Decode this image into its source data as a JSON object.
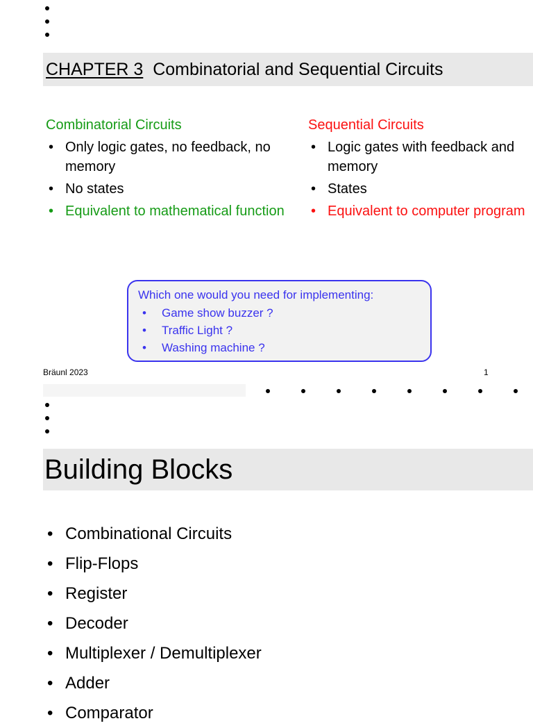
{
  "slide1": {
    "top_marker_dots": 3,
    "title": {
      "chapter": "CHAPTER 3",
      "rest": "  Combinatorial and Sequential Circuits"
    },
    "columns": [
      {
        "heading": "Combinatorial Circuits",
        "heading_color": "#169b16",
        "items": [
          {
            "text": "Only logic gates, no feedback, no memory",
            "color": "black"
          },
          {
            "text": "No states",
            "color": "black"
          },
          {
            "text": "Equivalent to mathematical function",
            "color": "green"
          }
        ]
      },
      {
        "heading": "Sequential Circuits",
        "heading_color": "#fb1111",
        "items": [
          {
            "text": "Logic gates with feedback and memory",
            "color": "black"
          },
          {
            "text": "States",
            "color": "black"
          },
          {
            "text": "Equivalent to computer program",
            "color": "red"
          }
        ]
      }
    ],
    "callout": {
      "question": "Which one would you need for implementing:",
      "border_color": "#3a33ee",
      "fill_color": "#f2f2f2",
      "text_color": "#3a33ee",
      "items": [
        "Game show buzzer ?",
        "Traffic Light ?",
        "Washing machine ?"
      ]
    },
    "footer": {
      "author": "Bräunl 2023",
      "page_number": "1"
    }
  },
  "separator": {
    "dot_count": 8
  },
  "slide2": {
    "top_marker_dots": 3,
    "title": "Building Blocks",
    "items": [
      "Combinational Circuits",
      "Flip-Flops",
      "Register",
      "Decoder",
      "Multiplexer / Demultiplexer",
      "Adder",
      "Comparator"
    ]
  }
}
